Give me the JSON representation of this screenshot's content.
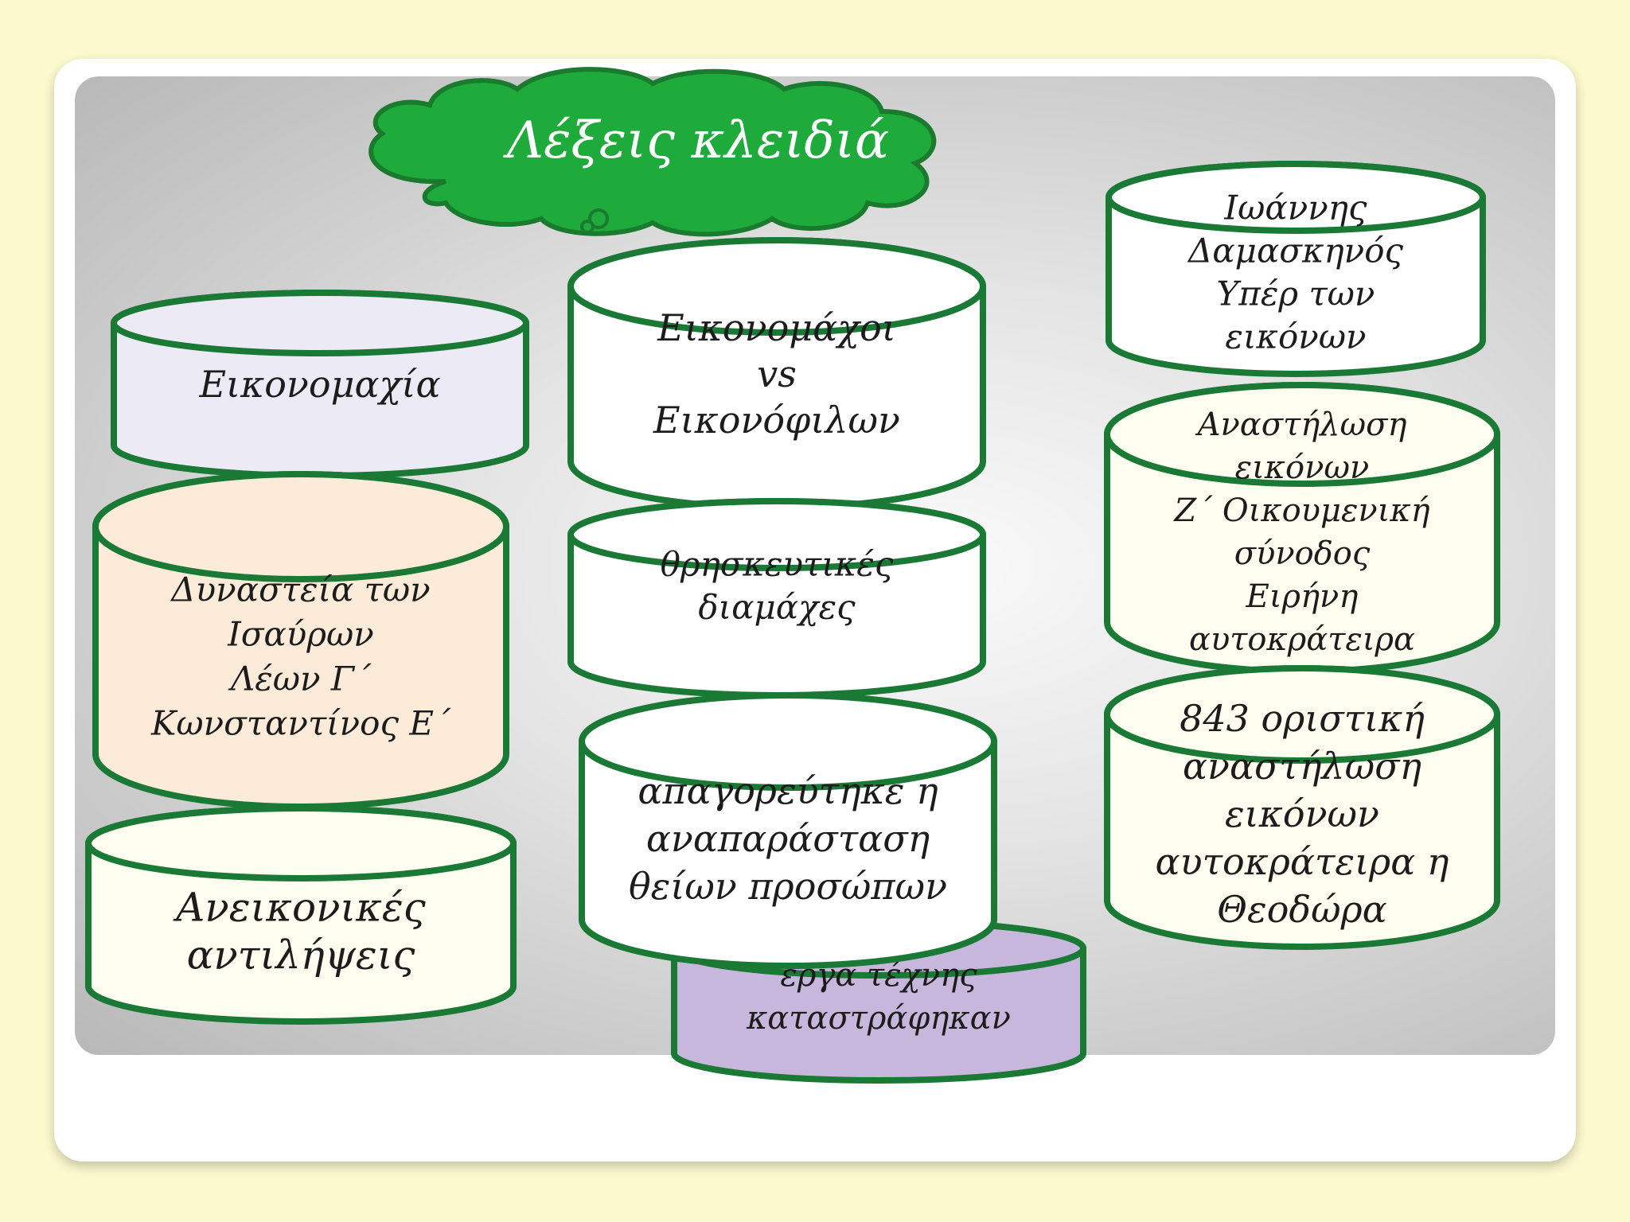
{
  "title": "Λέξεις κλειδιά",
  "colors": {
    "page_bg": "#fcf9cf",
    "cloud_fill": "#1faa3c",
    "cloud_stroke": "#1a7a2e",
    "cylinder_stroke": "#1a7a35",
    "default_fill": "#fefef0",
    "lavender_fill": "#ecebf5",
    "peach_fill": "#fcebd9",
    "purple_fill": "#c8b7dc"
  },
  "cylinders": [
    {
      "id": "eikonomachia",
      "lines": [
        "Εικονομαχία"
      ],
      "fill": "#ecebf5"
    },
    {
      "id": "dynasteia",
      "lines": [
        "Δυναστεία των",
        "Ισαύρων",
        "Λέων Γ΄",
        "Κωνσταντίνος Ε΄"
      ],
      "fill": "#fcebd9"
    },
    {
      "id": "aneikonikes",
      "lines": [
        "Ανεικονικές",
        "αντιλήψεις"
      ],
      "fill": "#fefef0"
    },
    {
      "id": "eikonomachoi",
      "lines": [
        "Εικονομάχοι",
        "vs",
        "Εικονόφιλων"
      ],
      "fill": "#ffffff"
    },
    {
      "id": "thriskeftikes",
      "lines": [
        "θρησκευτικές",
        "διαμάχες"
      ],
      "fill": "#ffffff"
    },
    {
      "id": "erga",
      "lines": [
        "έργα τέχνης",
        "καταστράφηκαν"
      ],
      "fill": "#c8b7dc"
    },
    {
      "id": "apagoreftike",
      "lines": [
        "απαγορεύτηκε η",
        "αναπαράσταση",
        "θείων προσώπων"
      ],
      "fill": "#ffffff"
    },
    {
      "id": "ioannis",
      "lines": [
        "Ιωάννης",
        "Δαμασκηνός",
        "Υπέρ των",
        "εικόνων"
      ],
      "fill": "#ffffff"
    },
    {
      "id": "anastilosi",
      "lines": [
        "Αναστήλωση",
        "εικόνων",
        "Ζ΄ Οικουμενική",
        "σύνοδος",
        "Ειρήνη",
        "αυτοκράτειρα"
      ],
      "fill": "#fefef0"
    },
    {
      "id": "oristiki",
      "lines": [
        "843 οριστική",
        "αναστήλωση",
        "εικόνων",
        "αυτοκράτειρα η",
        "Θεοδώρα"
      ],
      "fill": "#fefef0"
    }
  ]
}
